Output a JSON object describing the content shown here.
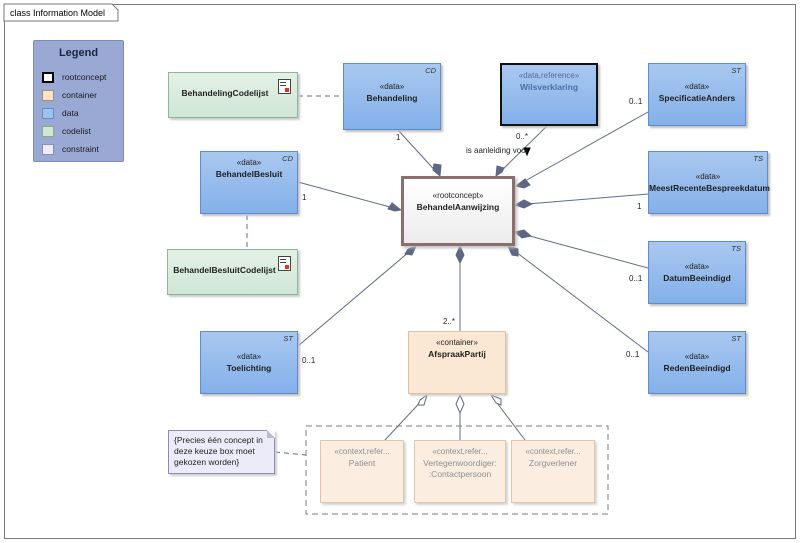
{
  "diagram": {
    "title": "class Information Model"
  },
  "legend": {
    "title": "Legend",
    "items": [
      {
        "label": "rootconcept",
        "color": "#ffffff",
        "border": "#000000"
      },
      {
        "label": "container",
        "color": "#fbe3c8",
        "border": "#9e8b7a"
      },
      {
        "label": "data",
        "color": "#9dc2ef",
        "border": "#5f8dc9"
      },
      {
        "label": "codelist",
        "color": "#cfe8d6",
        "border": "#7fae8b"
      },
      {
        "label": "constraint",
        "color": "#ecebfa",
        "border": "#8e8cb5"
      }
    ]
  },
  "boxes": {
    "behandelingcodelijst": {
      "name": "BehandelingCodelijst"
    },
    "behandeling": {
      "stereotype": "«data»",
      "name": "Behandeling",
      "type": "CD"
    },
    "wilsverklaring": {
      "stereotype": "«data,reference»",
      "name": "Wilsverklaring"
    },
    "specificatieanders": {
      "stereotype": "«data»",
      "name": "SpecificatieAnders",
      "type": "ST"
    },
    "behandelbesluit": {
      "stereotype": "«data»",
      "name": "BehandelBesluit",
      "type": "CD"
    },
    "behandelaanwijzing": {
      "stereotype": "«rootconcept»",
      "name": "BehandelAanwijzing"
    },
    "meestrecentebespreekdatum": {
      "stereotype": "«data»",
      "name": "MeestRecenteBespreekdatum",
      "type": "TS"
    },
    "behandelbesluitcodelijst": {
      "name": "BehandelBesluitCodelijst"
    },
    "datumbeeindigd": {
      "stereotype": "«data»",
      "name": "DatumBeeindigd",
      "type": "TS"
    },
    "toelichting": {
      "stereotype": "«data»",
      "name": "Toelichting",
      "type": "ST"
    },
    "afspraakpartij": {
      "stereotype": "«container»",
      "name": "AfspraakPartij"
    },
    "redenbeeindigd": {
      "stereotype": "«data»",
      "name": "RedenBeeindigd",
      "type": "ST"
    },
    "patient": {
      "stereotype": "«context,refer...",
      "name": "Patient"
    },
    "vertegenwoordiger": {
      "stereotype": "«context,refer...",
      "name": "Vertegenwoordiger:",
      "name2": ":Contactpersoon"
    },
    "zorgverlener": {
      "stereotype": "«context,refer...",
      "name": "Zorgverlener"
    }
  },
  "note": {
    "text": "{Precies één concept in deze keuze box moet gekozen worden}"
  },
  "multiplicities": {
    "behandeling": "1",
    "wilsverklaring": "0..*",
    "specificatieanders": "0..1",
    "behandelbesluit": "1",
    "meestrecente": "1",
    "datumbeeindigd": "0..1",
    "toelichting": "0..1",
    "afspraakpartij": "2..*",
    "redenbeeindigd": "0..1"
  },
  "association_label": "is aanleiding voor"
}
